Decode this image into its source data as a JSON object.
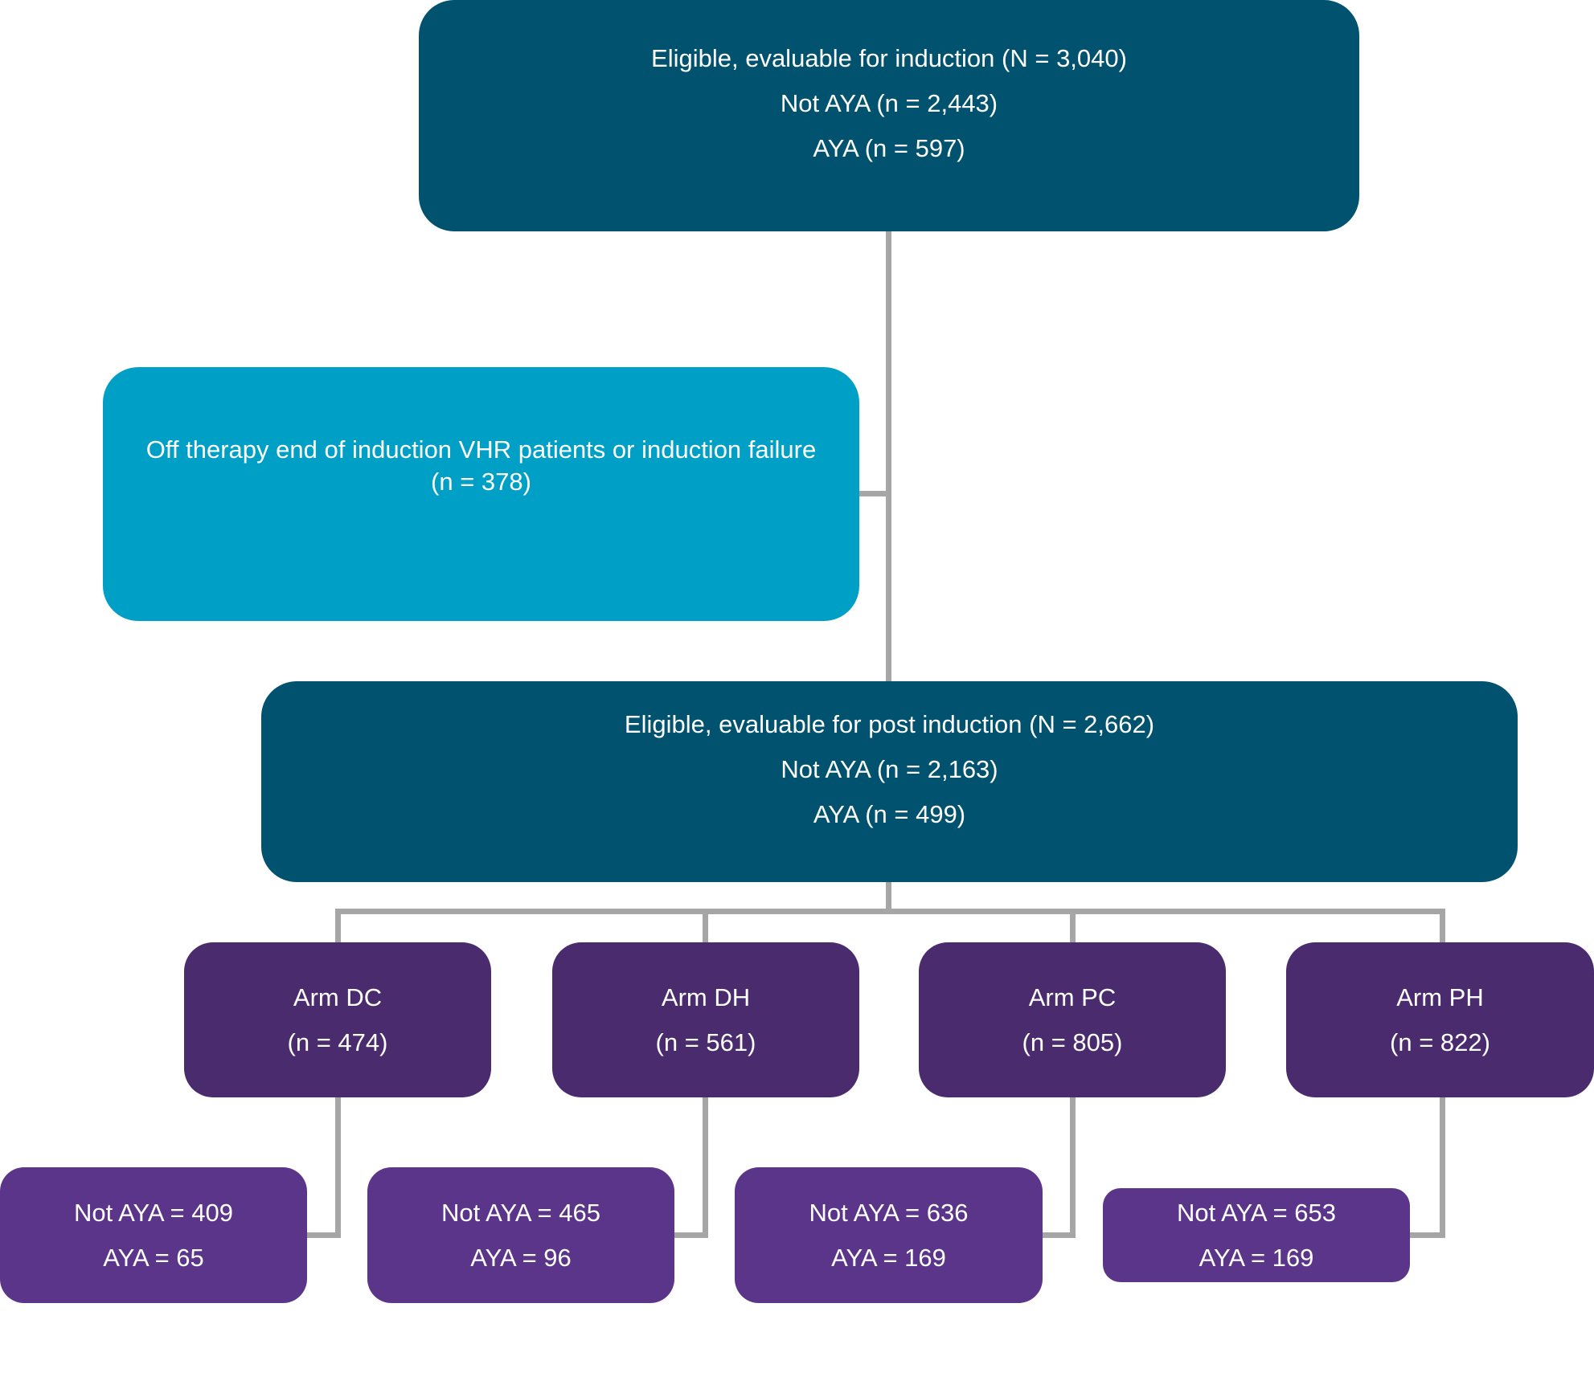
{
  "induction": {
    "title": "Eligible, evaluable for induction (N = 3,040)",
    "not_aya": "Not AYA (n = 2,443)",
    "aya": "AYA (n = 597)"
  },
  "off_therapy": {
    "text": "Off therapy end of induction VHR patients or induction failure (n = 378)"
  },
  "post_induction": {
    "title": "Eligible, evaluable for post induction (N = 2,662)",
    "not_aya": "Not AYA (n = 2,163)",
    "aya": "AYA (n = 499)"
  },
  "arms": [
    {
      "name": "Arm DC",
      "n": "(n = 474)",
      "not_aya": "Not AYA = 409",
      "aya": "AYA = 65"
    },
    {
      "name": "Arm DH",
      "n": "(n = 561)",
      "not_aya": "Not AYA = 465",
      "aya": "AYA = 96"
    },
    {
      "name": "Arm PC",
      "n": "(n = 805)",
      "not_aya": "Not AYA = 636",
      "aya": "AYA = 169"
    },
    {
      "name": "Arm PH",
      "n": "(n = 822)",
      "not_aya": "Not AYA = 653",
      "aya": "AYA = 169"
    }
  ],
  "colors": {
    "primary_box": "#00526E",
    "excluded_box": "#00A0C6",
    "arm_box": "#4A2C6E",
    "breakdown_box": "#5B3589",
    "connector": "#A6A6A6"
  }
}
